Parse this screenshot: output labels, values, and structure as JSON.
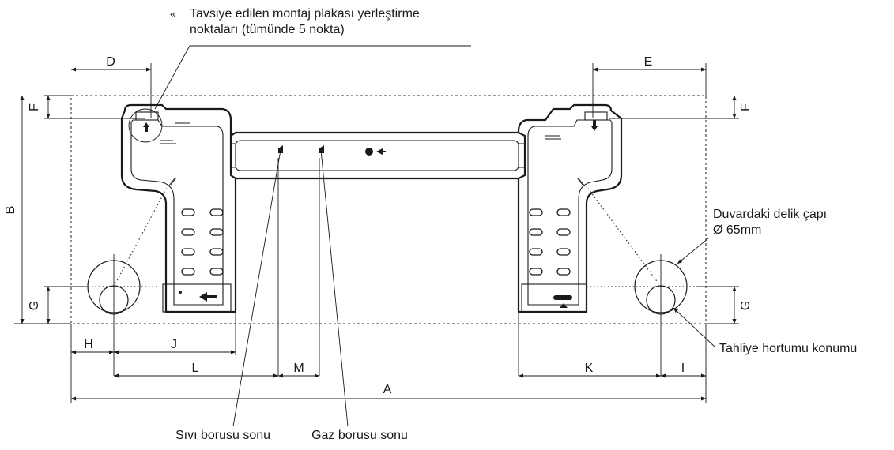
{
  "note": {
    "bullet": "«",
    "line1": "Tavsiye edilen montaj plakası yerleştirme",
    "line2": "noktaları (tümünde 5 nokta)"
  },
  "labels": {
    "hole_diameter_line1": "Duvardaki delik çapı",
    "hole_diameter_line2": "Ø 65mm",
    "drain_hose": "Tahliye hortumu konumu",
    "liquid_pipe_end": "Sıvı borusu sonu",
    "gas_pipe_end": "Gaz borusu sonu"
  },
  "dimensions": {
    "A": "A",
    "B": "B",
    "D": "D",
    "E": "E",
    "F": "F",
    "G": "G",
    "H": "H",
    "I": "I",
    "J": "J",
    "K": "K",
    "L": "L",
    "M": "M"
  }
}
